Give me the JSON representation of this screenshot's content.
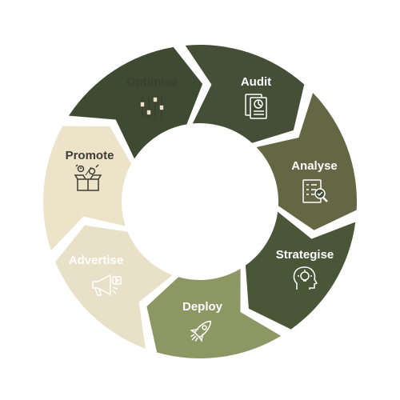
{
  "cycle": {
    "segments": [
      {
        "label": "Audit",
        "fill": "#3e4a31",
        "text_color": "#ffffff",
        "icon": "audit-report-icon"
      },
      {
        "label": "Analyse",
        "fill": "#454f37",
        "text_color": "#ffffff",
        "icon": "checklist-magnifier-icon"
      },
      {
        "label": "Strategise",
        "fill": "#636744",
        "text_color": "#ffffff",
        "icon": "head-lightbulb-icon"
      },
      {
        "label": "Deploy",
        "fill": "#4a5638",
        "text_color": "#ffffff",
        "icon": "rocket-icon"
      },
      {
        "label": "Advertise",
        "fill": "#8d9763",
        "text_color": "#ffffff",
        "icon": "megaphone-icon"
      },
      {
        "label": "Promote",
        "fill": "#e8e1c8",
        "text_color": "#3d3d33",
        "icon": "gift-box-icon"
      },
      {
        "label": "Optimise",
        "fill": "#ece3c9",
        "text_color": "#3d3d33",
        "icon": "sliders-icon"
      }
    ]
  }
}
